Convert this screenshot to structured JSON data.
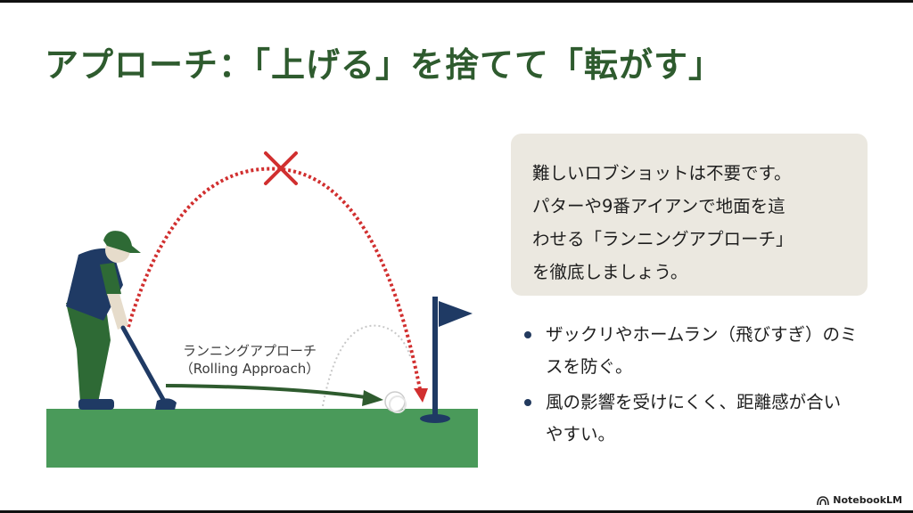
{
  "slide": {
    "title": "アプローチ：「上げる」を捨てて「転がす」",
    "info_box": {
      "lines": [
        "難しいロブショットは不要です。",
        "パターや9番アイアンで地面を這",
        "わせる「ランニングアプローチ」",
        "を徹底しましょう。"
      ]
    },
    "bullets": [
      {
        "text": "ザックリやホームラン（飛びすぎ）のミスを防ぐ。"
      },
      {
        "text": "風の影響を受けにくく、距離感が合いやすい。"
      }
    ],
    "illustration": {
      "label_line1": "ランニングアプローチ",
      "label_line2": "（Rolling Approach）",
      "icons": [
        "golfer-icon",
        "ball-icon",
        "flag-icon",
        "cross-mark-icon"
      ]
    },
    "brand": "NotebookLM",
    "colors": {
      "title": "#2e5b2e",
      "grass": "#4a9a5a",
      "navy": "#1f3a64",
      "lob_path": "#d12f2f",
      "roll_arrow": "#2e5b2e",
      "info_bg": "#ebe8e0"
    }
  }
}
